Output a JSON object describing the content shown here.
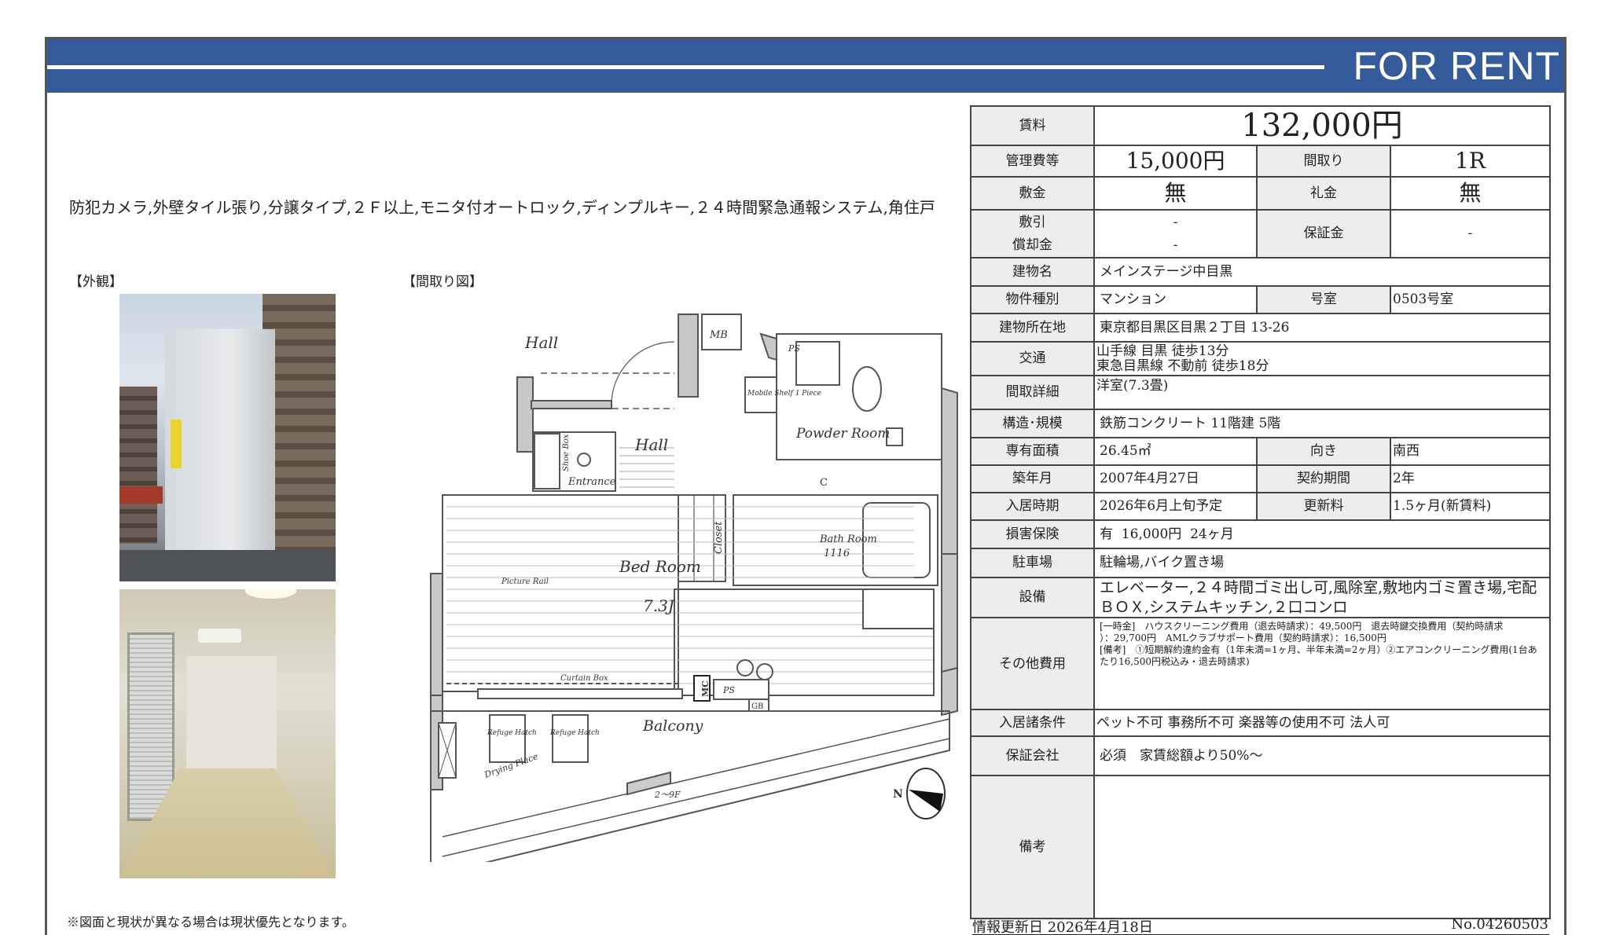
{
  "header": {
    "title": "FOR RENT",
    "band_color": "#355b9a"
  },
  "features_line": "防犯カメラ,外壁タイル張り,分譲タイプ,２Ｆ以上,モニタ付オートロック,ディンプルキー,２４時間緊急通報システム,角住戸",
  "sections": {
    "exterior_label": "【外観】",
    "floorplan_label": "【間取り図】"
  },
  "floorplan": {
    "labels": {
      "hall_outer": "Hall",
      "hall_inner": "Hall",
      "entrance": "Entrance",
      "shoe_box": "Shoe Box",
      "mb": "MB",
      "ps_top": "PS",
      "mobile_shelf": "Mobile Shelf 1 Piece",
      "powder_room": "Powder Room",
      "closet": "Closet",
      "bath_room": "Bath Room",
      "bath_size": "1116",
      "bed_room": "Bed Room",
      "bed_size": "7.3J",
      "picture_rail": "Picture Rail",
      "curtain_box": "Curtain Box",
      "mc": "MC",
      "ps_bottom": "PS",
      "gb": "GB",
      "balcony": "Balcony",
      "refuge_hatch_1": "Refuge Hatch",
      "refuge_hatch_2": "Refuge Hatch",
      "drying_place": "Drying Place",
      "floor_range": "2～9F",
      "compass": "N",
      "c_mark": "C"
    }
  },
  "note": "※図面と現状が異なる場合は現状優先となります。",
  "table": {
    "rent": {
      "label": "賃料",
      "value": "132,000円"
    },
    "management_fee": {
      "label": "管理費等",
      "value": "15,000円"
    },
    "layout": {
      "label": "間取り",
      "value": "1R"
    },
    "deposit": {
      "label": "敷金",
      "value": "無"
    },
    "key_money": {
      "label": "礼金",
      "value": "無"
    },
    "shikibiki": {
      "label": "敷引",
      "value": "-"
    },
    "amortization": {
      "label": "償却金",
      "value": "-"
    },
    "guarantee_money": {
      "label": "保証金",
      "value": "-"
    },
    "building_name": {
      "label": "建物名",
      "value": "メインステージ中目黒"
    },
    "property_type": {
      "label": "物件種別",
      "value": "マンション"
    },
    "room_no": {
      "label": "号室",
      "value": "0503号室"
    },
    "address": {
      "label": "建物所在地",
      "value": "東京都目黒区目黒２丁目 13-26"
    },
    "transport": {
      "label": "交通",
      "line1": "山手線 目黒 徒歩13分",
      "line2": "東急目黒線 不動前 徒歩18分"
    },
    "layout_detail": {
      "label": "間取詳細",
      "value": "洋室(7.3畳)"
    },
    "structure": {
      "label": "構造･規模",
      "value": "鉄筋コンクリート 11階建 5階"
    },
    "area": {
      "label": "専有面積",
      "value": "26.45㎡"
    },
    "orientation": {
      "label": "向き",
      "value": "南西"
    },
    "built": {
      "label": "築年月",
      "value": "2007年4月27日"
    },
    "contract_period": {
      "label": "契約期間",
      "value": "2年"
    },
    "move_in": {
      "label": "入居時期",
      "value": "2026年6月上旬予定"
    },
    "renewal_fee": {
      "label": "更新料",
      "value": "1.5ヶ月(新賃料)"
    },
    "insurance": {
      "label": "損害保険",
      "value": "有  16,000円  24ヶ月"
    },
    "parking": {
      "label": "駐車場",
      "value": "駐輪場,バイク置き場"
    },
    "equipment": {
      "label": "設備",
      "value": "エレベーター,２４時間ゴミ出し可,風除室,敷地内ゴミ置き場,宅配ＢＯＸ,システムキッチン,２口コンロ"
    },
    "other_costs": {
      "label": "その他費用",
      "line1": "[一時金]　ハウスクリーニング費用（退去時請求）：49,500円　退去時鍵交換費用（契約時請求",
      "line2": "）：29,700円　AMLクラブサポート費用（契約時請求）：16,500円",
      "line3": "[備考]　①短期解約違約金有（1年未満=1ヶ月、半年未満=2ヶ月）②エアコンクリーニング費用(1台あ",
      "line4": "たり16,500円税込み・退去時請求)"
    },
    "conditions": {
      "label": "入居諸条件",
      "value": "ペット不可 事務所不可 楽器等の使用不可 法人可"
    },
    "guarantor": {
      "label": "保証会社",
      "value": "必須　家賃総額より50%～"
    },
    "remarks": {
      "label": "備考",
      "value": ""
    }
  },
  "footer": {
    "updated": "情報更新日 2026年4月18日",
    "number": "No.04260503"
  }
}
